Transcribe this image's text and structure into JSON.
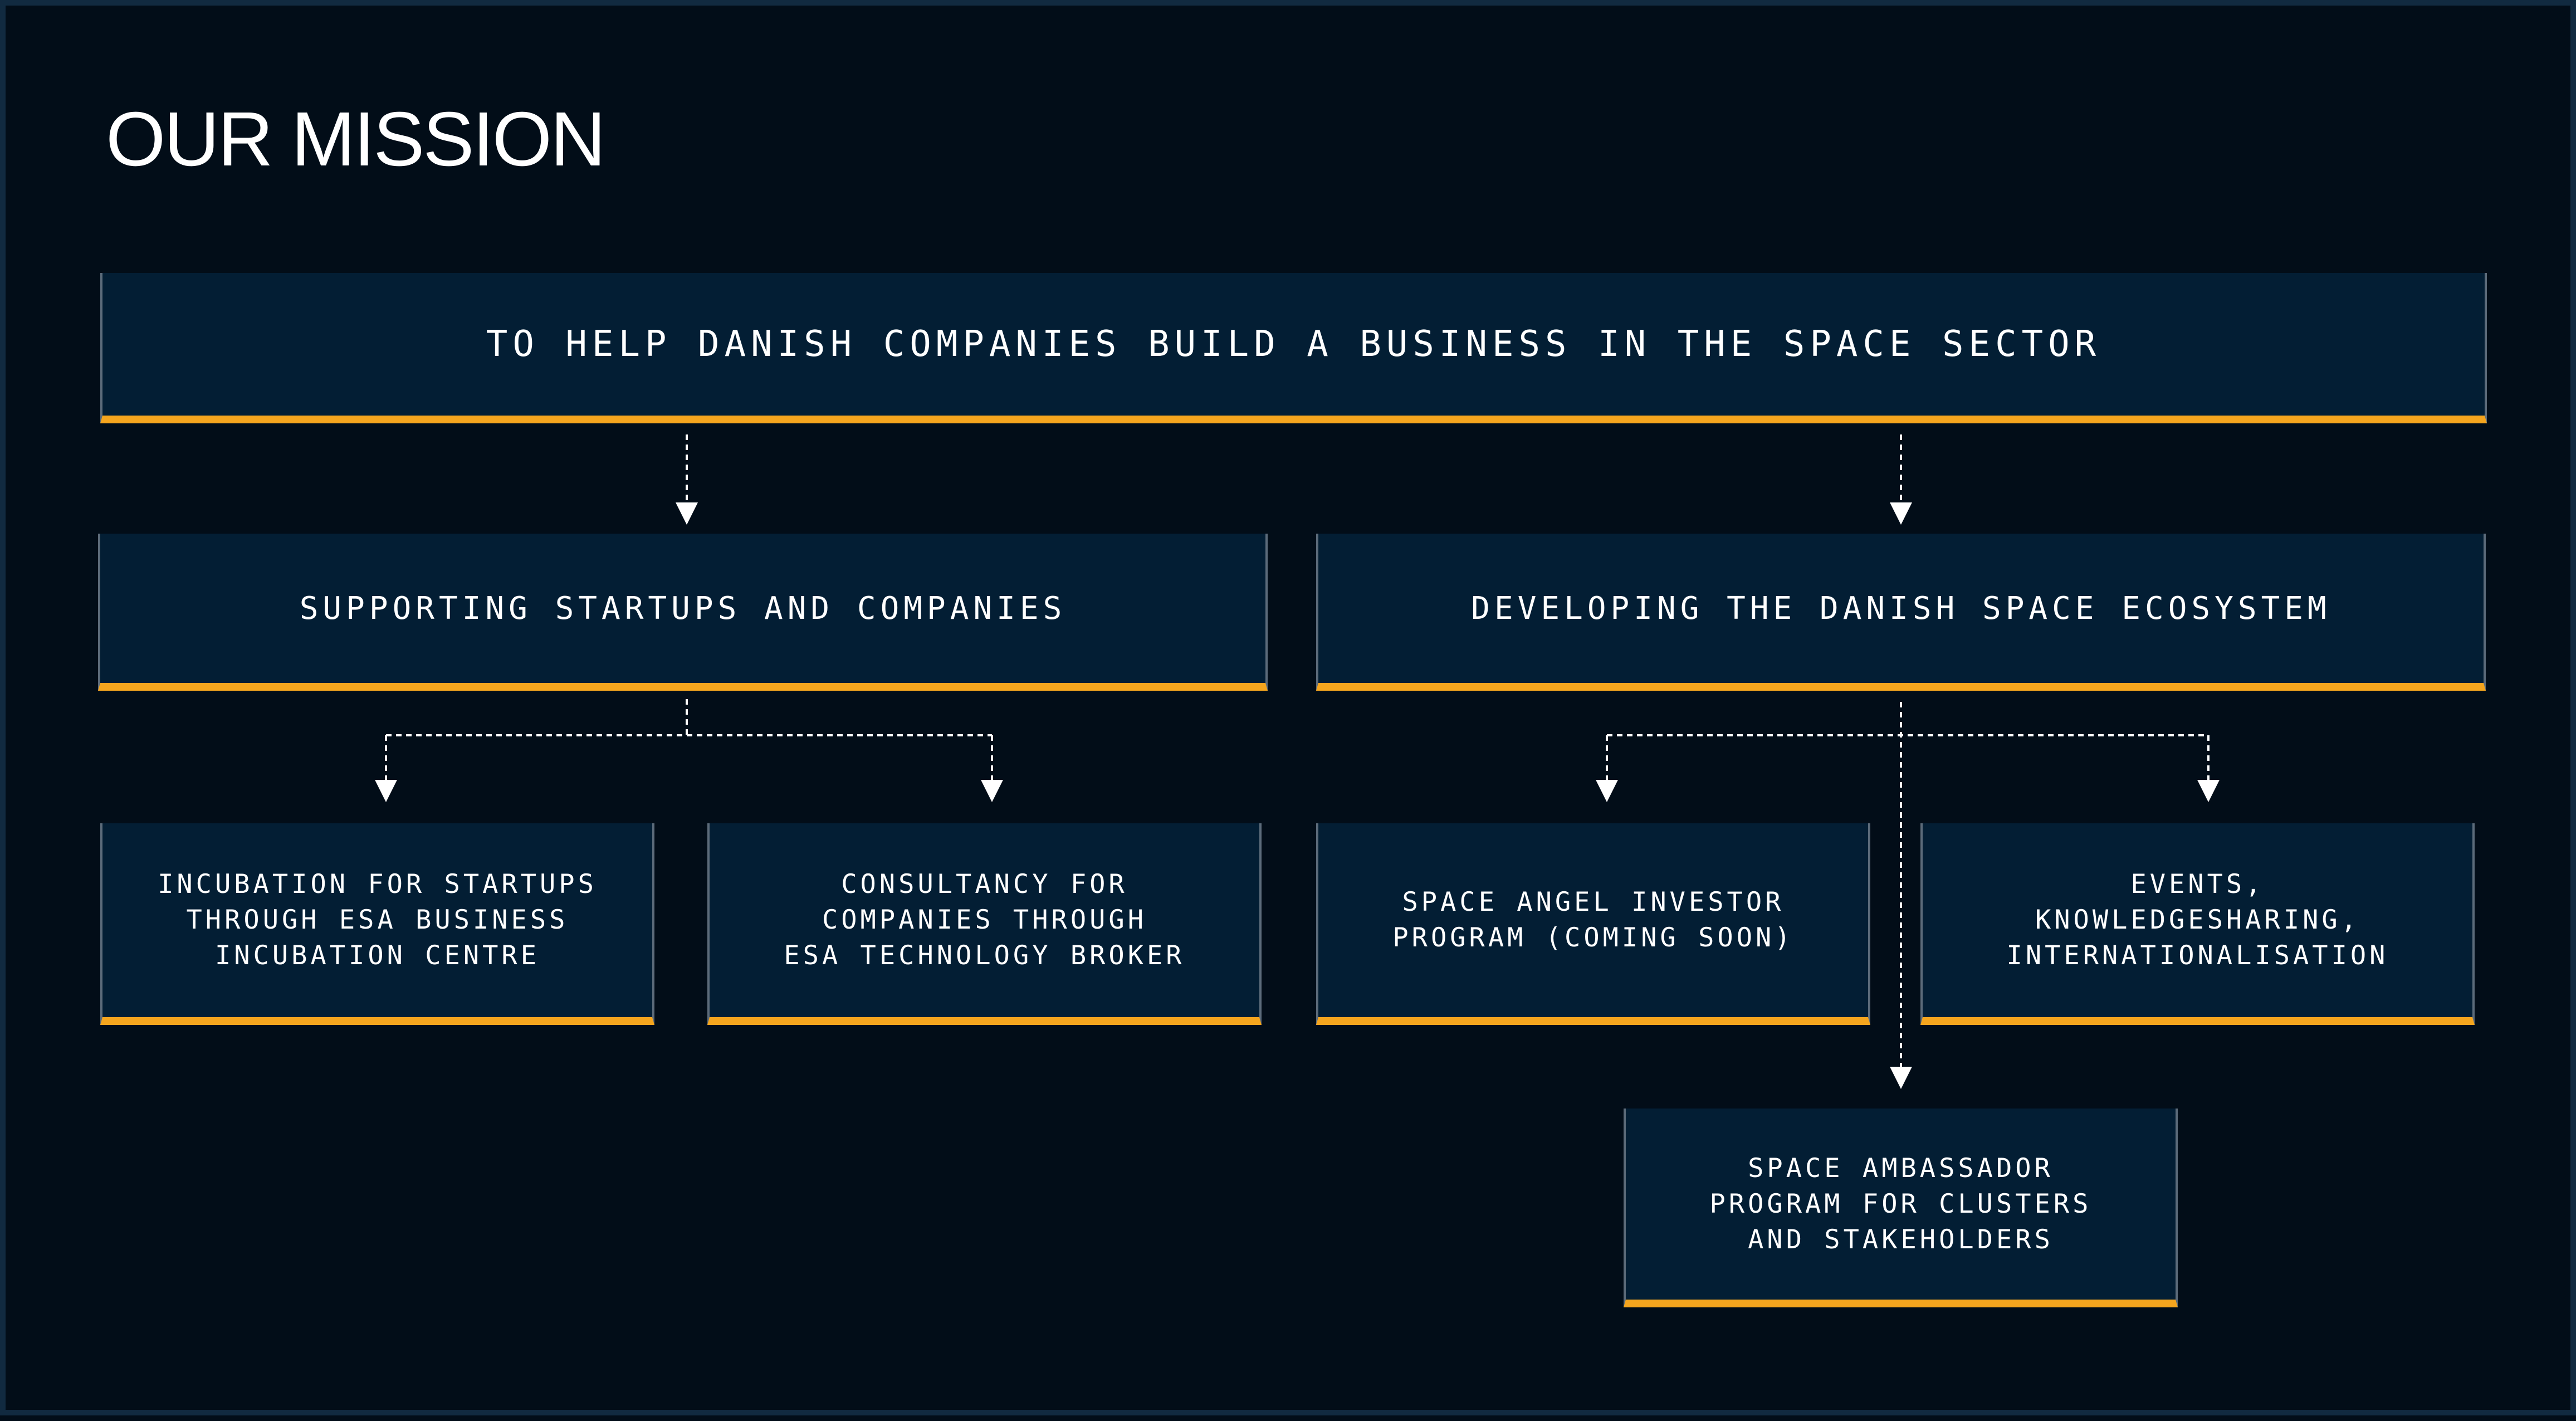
{
  "page_title": "OUR MISSION",
  "mission": "TO HELP DANISH COMPANIES BUILD A BUSINESS IN THE SPACE SECTOR",
  "pillars": [
    {
      "label": "SUPPORTING STARTUPS AND COMPANIES",
      "items": [
        "INCUBATION FOR STARTUPS\nTHROUGH ESA BUSINESS\nINCUBATION CENTRE",
        "CONSULTANCY FOR\nCOMPANIES THROUGH\nESA TECHNOLOGY BROKER"
      ]
    },
    {
      "label": "DEVELOPING THE DANISH SPACE ECOSYSTEM",
      "items": [
        "SPACE ANGEL INVESTOR\nPROGRAM (COMING SOON)",
        "EVENTS,\nKNOWLEDGESHARING,\nINTERNATIONALISATION",
        "SPACE AMBASSADOR\nPROGRAM FOR CLUSTERS\nAND STAKEHOLDERS"
      ]
    }
  ],
  "colors": {
    "background": "#020d18",
    "box_fill": "#031e34",
    "accent_underline": "#f5a51e",
    "text": "#ffffff"
  }
}
